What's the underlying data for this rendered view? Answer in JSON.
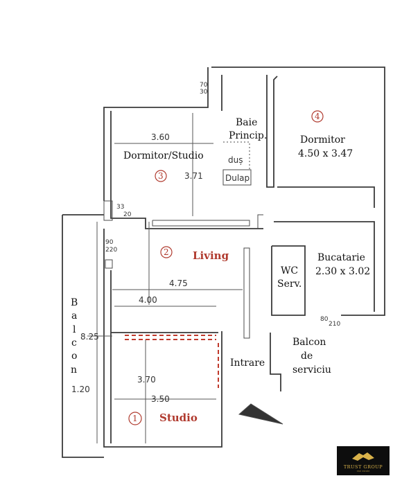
{
  "rooms": {
    "dormitor_studio": "Dormitor/Studio",
    "baie_line1": "Baie",
    "baie_line2": "Princip.",
    "dus": "duș",
    "dulap": "Dulap",
    "dormitor": "Dormitor",
    "dormitor_dims": "4.50 x 3.47",
    "living": "Living",
    "wc_line1": "WC",
    "wc_line2": "Serv.",
    "bucatarie": "Bucatarie",
    "bucatarie_dims": "2.30 x 3.02",
    "intrare": "Intrare",
    "balcon_serviciu_1": "Balcon",
    "balcon_serviciu_2": "de",
    "balcon_serviciu_3": "serviciu",
    "studio": "Studio",
    "balcon_letters": [
      "B",
      "a",
      "l",
      "c",
      "o",
      "n"
    ]
  },
  "numbers": {
    "n1": "1",
    "n2": "2",
    "n3": "3",
    "n4": "4"
  },
  "dimensions": {
    "d360": "3.60",
    "d371": "3.71",
    "d475": "4.75",
    "d400": "4.00",
    "d825": "8.25",
    "d370": "3.70",
    "d350": "3.50",
    "d120": "1.20",
    "d33_20": [
      "33",
      "20"
    ],
    "d90_220": [
      "90",
      "220"
    ],
    "d70_30": [
      "70",
      "30"
    ],
    "d80_210": [
      "80",
      "210"
    ]
  },
  "logo": {
    "name": "TRUST GROUP",
    "tagline": "real estate"
  }
}
